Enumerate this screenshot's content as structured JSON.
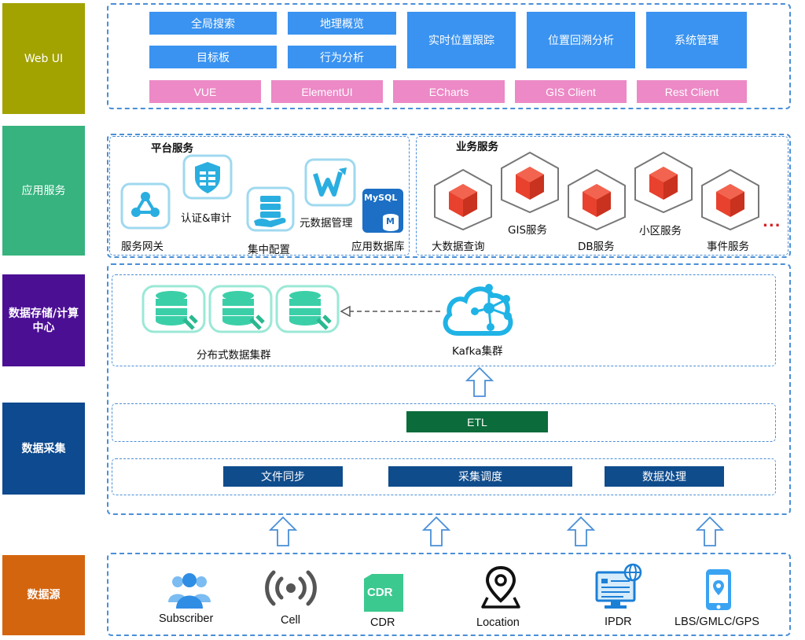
{
  "layers": {
    "webui": {
      "label": "Web UI",
      "color": "#a2a200"
    },
    "app": {
      "label": "应用服务",
      "color": "#36b37e"
    },
    "storage": {
      "label": "数据存储/计算中心",
      "color": "#4b0f94"
    },
    "collect": {
      "label": "数据采集",
      "color": "#0d4a8f"
    },
    "source": {
      "label": "数据源",
      "color": "#d4650f"
    }
  },
  "webui": {
    "modules": [
      "全局搜索",
      "地理概览",
      "目标板",
      "行为分析",
      "实时位置跟踪",
      "位置回溯分析",
      "系统管理"
    ],
    "tech": [
      "VUE",
      "ElementUI",
      "ECharts",
      "GIS Client",
      "Rest Client"
    ]
  },
  "app": {
    "platform": {
      "title": "平台服务",
      "items": [
        "服务网关",
        "认证&审计",
        "集中配置",
        "元数据管理",
        "应用数据库"
      ],
      "mysql_label": "MySQL",
      "mysql_m": "M"
    },
    "business": {
      "title": "业务服务",
      "items": [
        "大数据查询",
        "GIS服务",
        "DB服务",
        "小区服务",
        "事件服务"
      ],
      "more": "..."
    }
  },
  "storage": {
    "cluster_label": "分布式数据集群",
    "kafka_label": "Kafka集群"
  },
  "collect": {
    "etl": "ETL",
    "items": [
      "文件同步",
      "采集调度",
      "数据处理"
    ]
  },
  "sources": {
    "items": [
      "Subscriber",
      "Cell",
      "CDR",
      "Location",
      "IPDR",
      "LBS/GMLC/GPS"
    ],
    "cdr_badge": "CDR"
  }
}
